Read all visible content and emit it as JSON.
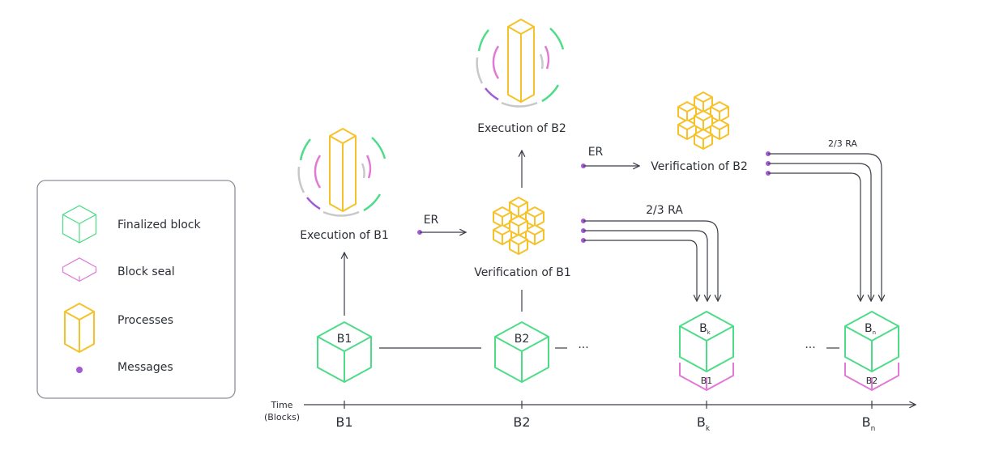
{
  "legend": {
    "items": [
      {
        "label": "Finalized block",
        "icon": "green-cube-icon"
      },
      {
        "label": "Block seal",
        "icon": "pink-seal-icon"
      },
      {
        "label": "Processes",
        "icon": "yellow-prism-icon"
      },
      {
        "label": "Messages",
        "icon": "purple-dot-icon"
      }
    ]
  },
  "axis": {
    "label_line1": "Time",
    "label_line2": "(Blocks)",
    "ticks": [
      {
        "main": "B1",
        "sub": ""
      },
      {
        "main": "B2",
        "sub": ""
      },
      {
        "main": "B",
        "sub": "k"
      },
      {
        "main": "B",
        "sub": "n"
      }
    ]
  },
  "blocks": {
    "b1": "B1",
    "b2": "B2",
    "bk": {
      "main": "B",
      "sub": "k",
      "seal": "B1"
    },
    "bn": {
      "main": "B",
      "sub": "n",
      "seal": "B2"
    },
    "ellipsis": "···"
  },
  "nodes": {
    "exec_b1": "Execution of B1",
    "exec_b2": "Execution of B2",
    "verif_b1": "Verification of B1",
    "verif_b2": "Verification of B2"
  },
  "messages": {
    "er1": "ER",
    "er2": "ER",
    "ra1": "2/3 RA",
    "ra2": "2/3 RA"
  },
  "colors": {
    "finalized": "#4fdc88",
    "seal": "#e07ad6",
    "process": "#f6c22a",
    "message": "#a35ad6",
    "arc_gray": "#c8c8c8"
  }
}
